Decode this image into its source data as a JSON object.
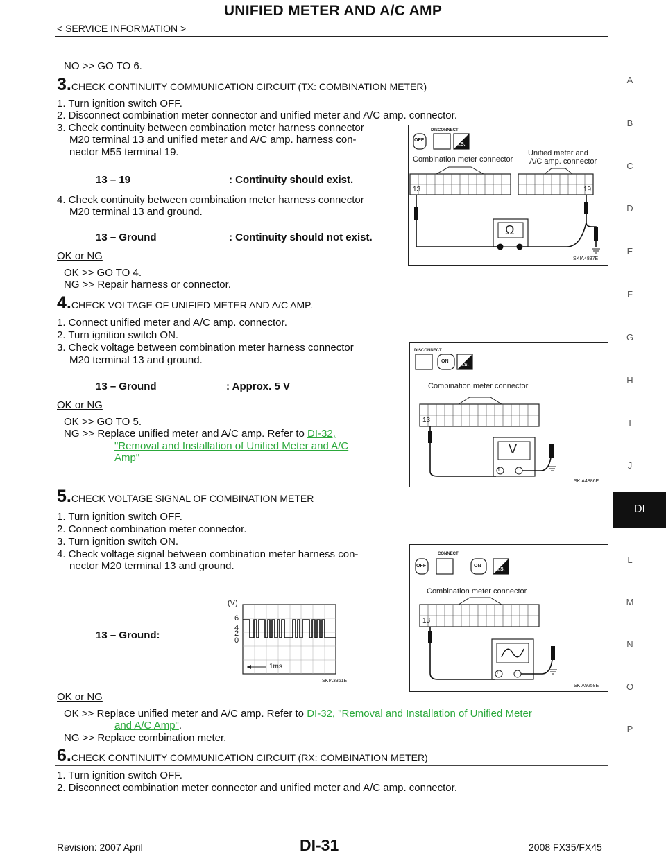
{
  "header": {
    "title": "UNIFIED METER AND A/C AMP",
    "subtitle": "< SERVICE INFORMATION >"
  },
  "side_index": {
    "letters": [
      "A",
      "B",
      "C",
      "D",
      "E",
      "F",
      "G",
      "H",
      "I",
      "J",
      "L",
      "M",
      "N",
      "O",
      "P"
    ],
    "active_tab": "DI"
  },
  "intro": {
    "no_line": "NO     >> GO TO 6."
  },
  "step3": {
    "number": "3.",
    "heading": "CHECK CONTINUITY COMMUNICATION CIRCUIT (TX: COMBINATION METER)",
    "items": [
      "1. Turn ignition switch OFF.",
      "2. Disconnect combination meter connector and unified meter and A/C amp. connector.",
      "3. Check continuity between combination meter harness connector",
      "M20 terminal 13 and unified meter and A/C amp. harness con-",
      "nector M55 terminal 19.",
      "4. Check continuity between combination meter harness connector",
      "M20 terminal 13 and ground."
    ],
    "spec1_left": "13 – 19",
    "spec1_right": ": Continuity should exist.",
    "spec2_left": "13 – Ground",
    "spec2_right": ": Continuity should not exist.",
    "ok_ng": "OK or NG",
    "ok": "OK     >> GO TO 4.",
    "ng": "NG     >> Repair harness or connector.",
    "figure": {
      "id": "SKIA4837E",
      "disconnect": "DISCONNECT",
      "off": "OFF",
      "hs": "H.S.",
      "conn_left": "Combination meter connector",
      "conn_right_1": "Unified meter and",
      "conn_right_2": "A/C amp. connector",
      "pin_left": "13",
      "pin_right": "19",
      "meter": "Ω"
    }
  },
  "step4": {
    "number": "4.",
    "heading": "CHECK VOLTAGE OF UNIFIED METER AND A/C AMP.",
    "items": [
      "1. Connect unified meter and A/C amp. connector.",
      "2. Turn ignition switch ON.",
      "3. Check voltage between combination meter harness connector",
      "M20 terminal 13 and ground."
    ],
    "spec_left": "13 – Ground",
    "spec_right": ": Approx. 5 V",
    "ok_ng": "OK or NG",
    "ok": "OK     >> GO TO 5.",
    "ng_prefix": "NG     >> Replace unified meter and A/C amp. Refer to",
    "ng_link_1": "DI-32,",
    "ng_link_2": "\"Removal and Installation of Unified Meter and A/C",
    "ng_link_3": "Amp\"",
    "figure": {
      "id": "SKIA4886E",
      "disconnect": "DISCONNECT",
      "on": "ON",
      "hs": "H.S.",
      "conn": "Combination meter connector",
      "pin": "13",
      "meter": "V"
    }
  },
  "step5": {
    "number": "5.",
    "heading": "CHECK VOLTAGE SIGNAL OF COMBINATION METER",
    "items": [
      "1. Turn ignition switch OFF.",
      "2. Connect combination meter connector.",
      "3. Turn ignition switch ON.",
      "4. Check voltage signal between combination meter harness con-",
      "nector M20 terminal 13 and ground."
    ],
    "spec_left": "13 – Ground:",
    "ok_ng": "OK or NG",
    "ok_prefix": "OK     >> Replace unified meter and A/C amp. Refer to",
    "ok_link_1": "DI-32, \"Removal and Installation of Unified Meter",
    "ok_link_2": "and A/C Amp\"",
    "ok_suffix": ".",
    "ng": "NG     >> Replace combination meter.",
    "scope": {
      "id": "SKIA3361E",
      "unit": "(V)",
      "ticks": [
        "6",
        "4",
        "2",
        "0"
      ],
      "time": "1ms"
    },
    "figure": {
      "id": "SKIA9258E",
      "connect": "CONNECT",
      "off": "OFF",
      "on": "ON",
      "hs": "H.S.",
      "conn": "Combination meter connector",
      "pin": "13"
    }
  },
  "step6": {
    "number": "6.",
    "heading": "CHECK CONTINUITY COMMUNICATION CIRCUIT (RX: COMBINATION METER)",
    "items": [
      "1. Turn ignition switch OFF.",
      "2. Disconnect combination meter connector and unified meter and A/C amp. connector."
    ]
  },
  "footer": {
    "revision": "Revision: 2007 April",
    "page": "DI-31",
    "model": "2008 FX35/FX45"
  }
}
